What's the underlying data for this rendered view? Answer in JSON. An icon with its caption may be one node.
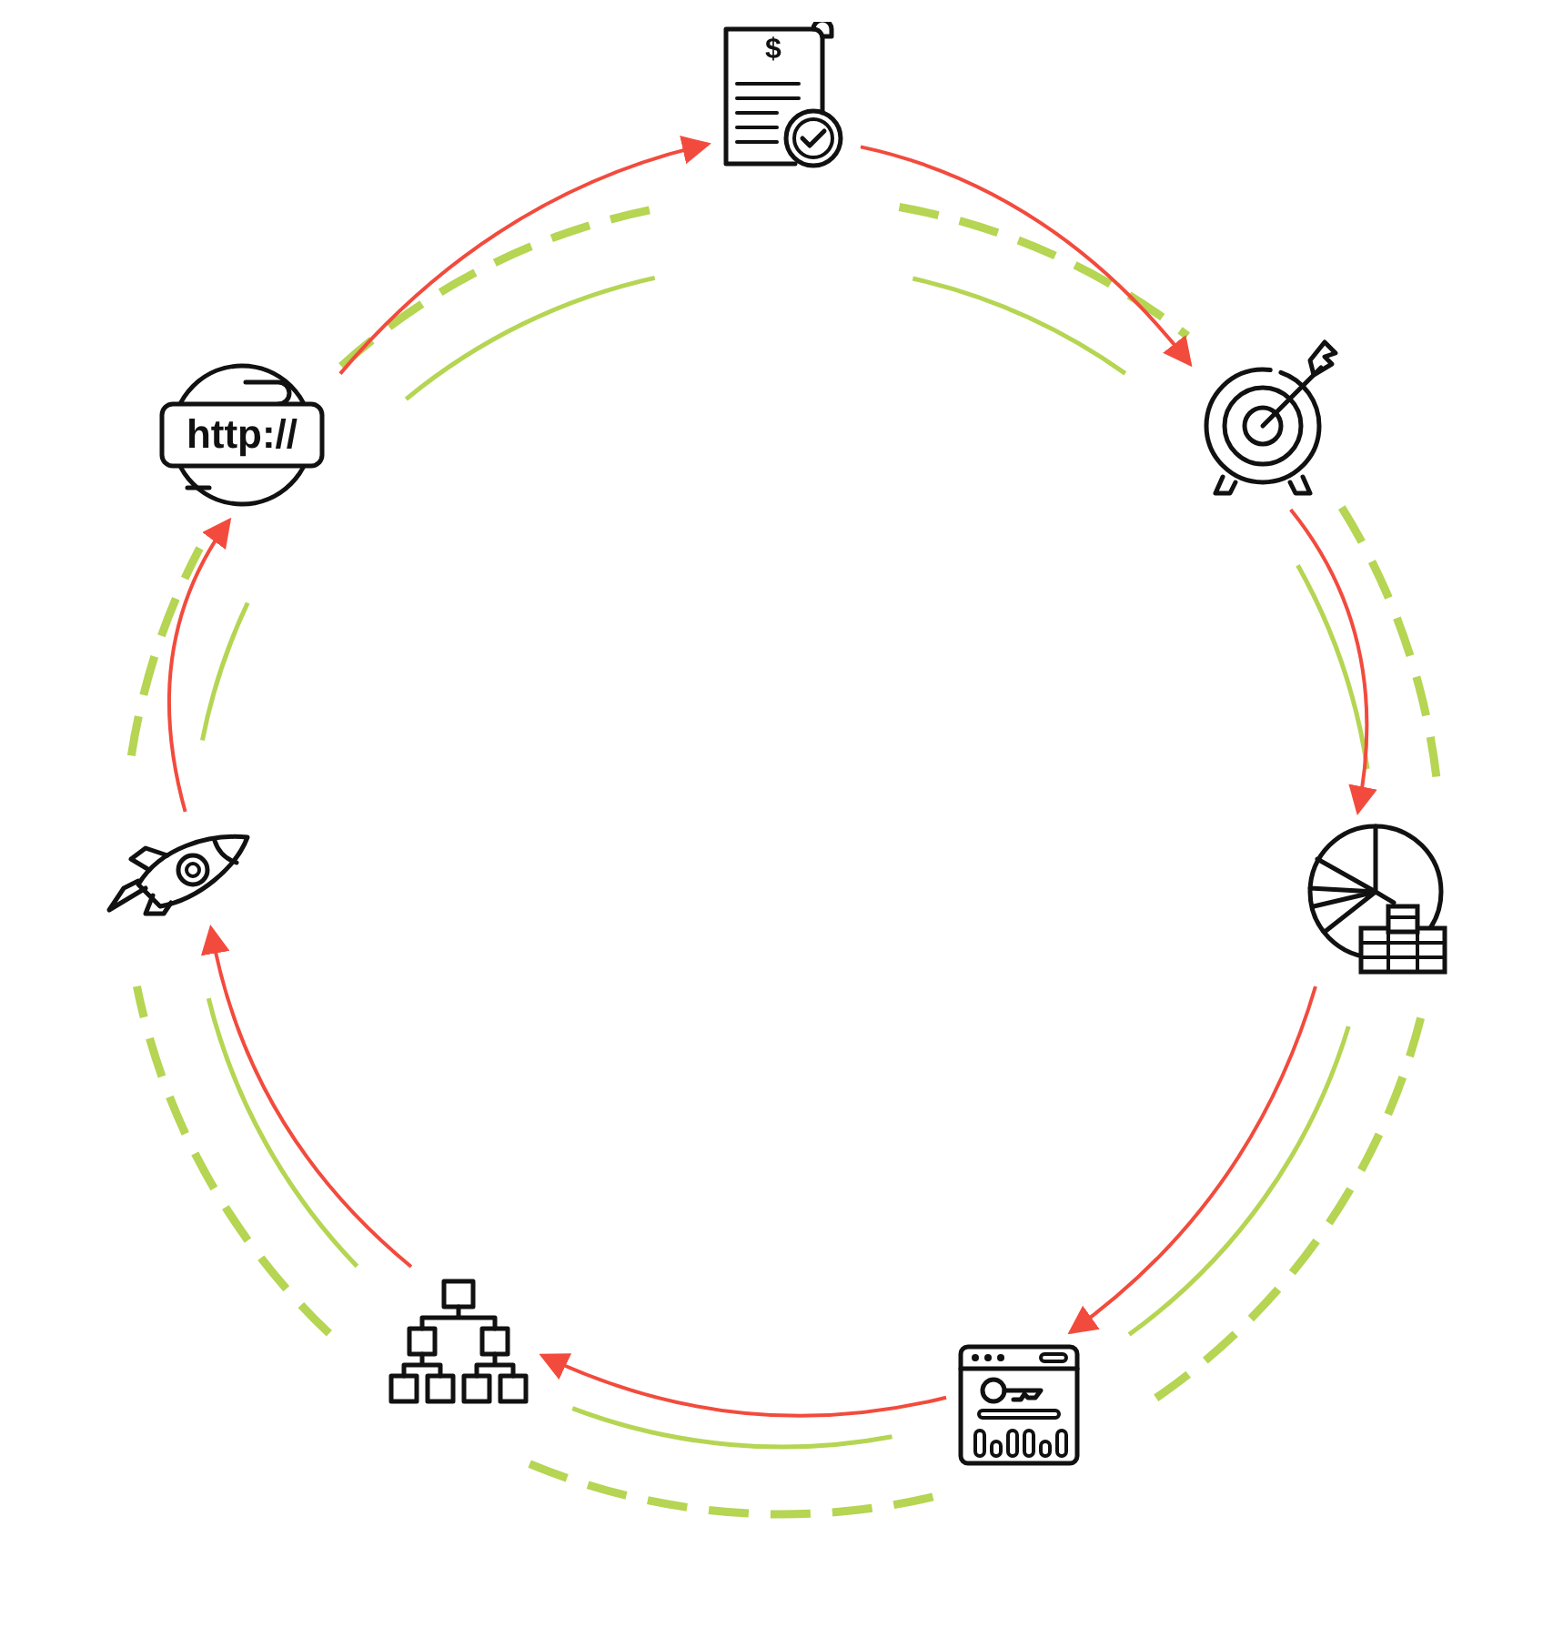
{
  "diagram": {
    "nodes": [
      {
        "text": [
          "$"
        ]
      },
      {
        "text": [
          "http://"
        ]
      },
      {
        "text": [],
        "shape": "picture"
      },
      {
        "text": [],
        "shape": "picture"
      },
      {
        "text": [],
        "shape": "picture"
      },
      {
        "text": [],
        "shape": "picture"
      },
      {
        "text": [],
        "shape": "picture"
      }
    ],
    "edges": [
      {
        "from": 1,
        "to": 0,
        "arrow": "to"
      },
      {
        "from": 0,
        "to": 2,
        "arrow": "to"
      },
      {
        "from": 2,
        "to": 3,
        "arrow": "to"
      },
      {
        "from": 3,
        "to": 6,
        "arrow": "to"
      },
      {
        "from": 6,
        "to": 5,
        "arrow": "to"
      },
      {
        "from": 5,
        "to": 4,
        "arrow": "to"
      },
      {
        "from": 4,
        "to": 1,
        "arrow": "to"
      }
    ]
  }
}
